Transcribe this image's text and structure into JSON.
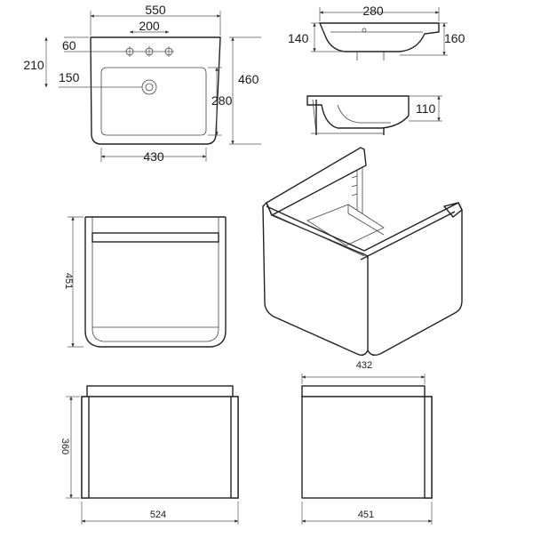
{
  "basin_plan": {
    "width": "550",
    "tap_spacing": "200",
    "offset_top": "60",
    "depth_side": "210",
    "back_to_waste": "150",
    "overall_depth": "460",
    "bowl_depth": "280",
    "bowl_width": "430"
  },
  "basin_side": {
    "width": "280",
    "left_height": "140",
    "right_height": "160"
  },
  "basin_section": {
    "height": "110"
  },
  "unit_front": {
    "height": "451"
  },
  "unit_elevations": {
    "front_height": "360",
    "front_width": "524",
    "side_top_width": "432",
    "side_bottom_width": "451"
  }
}
